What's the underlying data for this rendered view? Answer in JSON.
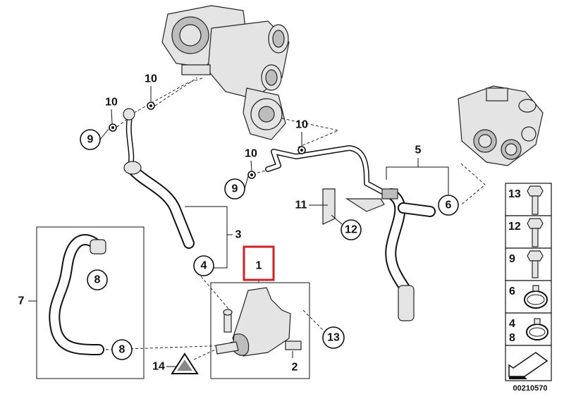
{
  "diagram": {
    "callouts": {
      "washer_10_a": "10",
      "washer_10_b": "10",
      "washer_10_c": "10",
      "washer_10_d": "10",
      "bolt_9_a": "9",
      "bolt_9_b": "9",
      "hose_5": "5",
      "clamp_6": "6",
      "bracket_11": "11",
      "bolt_12": "12",
      "hose_3": "3",
      "clamp_4": "4",
      "pump_1": "1",
      "hose_7": "7",
      "clamp_8_a": "8",
      "clamp_8_b": "8",
      "bolt_13": "13",
      "connector_2": "2",
      "label_14": "14"
    },
    "highlighted_part": "1",
    "highlight_color": "#d0202a"
  },
  "legend": {
    "rows": [
      {
        "label": "13",
        "icon": "hex-bolt-long-icon"
      },
      {
        "label": "12",
        "icon": "flange-bolt-icon"
      },
      {
        "label": "9",
        "icon": "hex-bolt-short-icon"
      },
      {
        "label": "6",
        "icon": "hose-clamp-icon"
      },
      {
        "label": "4",
        "label2": "8",
        "icon": "hose-clamp-icon"
      },
      {
        "label": "",
        "icon": "arrow-icon"
      }
    ],
    "diagram_id": "00210570"
  }
}
